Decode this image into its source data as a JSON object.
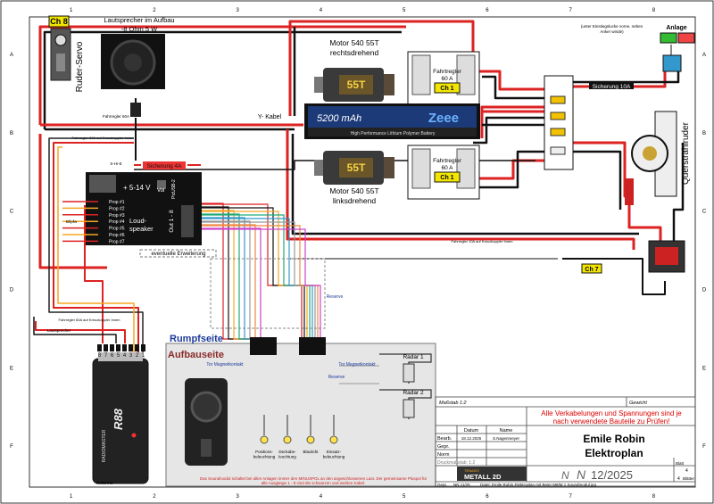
{
  "frame": {
    "columns": [
      "1",
      "2",
      "3",
      "4",
      "5",
      "6",
      "7",
      "8"
    ],
    "rows": [
      "A",
      "B",
      "C",
      "D",
      "E",
      "F"
    ]
  },
  "top_left": {
    "ch8_badge": "Ch 8",
    "rudder_servo": "Ruder-Servo",
    "speaker_title": "Lautsprecher im Aufbau",
    "speaker_spec": "-8 Ohm 5 W"
  },
  "motors": {
    "right_title": "Motor 540 55T",
    "right_sub": "rechtsdrehend",
    "left_title": "Motor 540 55T",
    "left_sub": "linksdrehend",
    "motor_can_text": "55T"
  },
  "esc": {
    "label": "Fahrtregler",
    "rating": "60 A",
    "channel": "Ch 1"
  },
  "battery": {
    "capacity": "5200 mAh",
    "brand": "Zeee",
    "type": "High Performance Lithium Polymer Battery"
  },
  "power": {
    "fuse_main": "Sicherung 10A",
    "plant": "Anlage",
    "plant_note": "(unter Einstiegslucke vorne, neben Anker winde)",
    "y_cable": "Y- Kabel"
  },
  "bow_thruster": {
    "label": "Querstrahlruder",
    "channel": "Ch 7"
  },
  "sound_module": {
    "fuse": "Sicherung 4A",
    "voltage": "+ 5-14 V",
    "vol": "Vol",
    "loudspeaker_l1": "Loud-",
    "loudspeaker_l2": "speaker",
    "outputs": "Out 1 - 8",
    "props": [
      "Prop #1",
      "Prop #2",
      "Prop #3",
      "Prop #4",
      "Prop #5",
      "Prop #6",
      "Prop #7"
    ],
    "expansion": "eventuelle Erweiterung",
    "usb": "PicUSB-2"
  },
  "receiver": {
    "model": "R88",
    "brand": "RADIOMASTER",
    "pins": [
      "8",
      "7",
      "6",
      "5",
      "4",
      "3",
      "2",
      "1"
    ],
    "antenna": "Antenne"
  },
  "small_notes": {
    "wire_main": "Fahrregler 60A",
    "wire_sound": "Fahrregler 60A auf Kreuzkoppler Innen",
    "wire_sound2": "Fahrregler 60A auf Kreuzkoppler Innen",
    "wire_bow": "Fahrregler 10A auf Kreuzkoppler Innen",
    "on_off": "S-Hi-E",
    "wire_ext": "Bl/pfw",
    "wire_lautsp": "Lautsprecher"
  },
  "hull": {
    "side_label": "Rumpfseite",
    "super_label": "Aufbauseite",
    "magnet_left": "Tor Magnetkontakt",
    "magnet_right": "Tor Magnetkontakt",
    "reserve_top": "Reserve",
    "reserve_bottom": "Reserve",
    "radar1": "Radar 1",
    "radar2": "Radar 2",
    "lights": [
      "Positions-beleuchtung",
      "Deckabe-leuchtung",
      "Blaulicht",
      "Einsatz-beleuchtung"
    ],
    "note": "Das Soundmodul schaltet bei allen Anlagen immer den MINUSPOL an den angeschlossenen Last. Der gemeinsame Pluspol für alle Ausgänge 1 - 8 sind die schwarzen und weißen Kabel."
  },
  "title_block": {
    "scale": "Maßstab 1:2",
    "weight": "Gewicht",
    "warning_l1": "Alle Verkabelungen und Spannungen sind je",
    "warning_l2": "nach verwendete Bauteile zu Prüfen!",
    "date_head": "Datum",
    "name_head": "Name",
    "bearb": "Bearb.",
    "gepr": "Gepr.",
    "norm": "Norm",
    "bearb_date": "18.12.2025",
    "bearb_name": "S.Nagenmeyer",
    "drucken": "Druckmaßstab: 1:2",
    "brand_top": "TENADO",
    "brand": "METALL 2D",
    "project_l1": "Emile Robin",
    "project_l2": "Elektroplan",
    "nn": "N",
    "date": "12/2025",
    "sheet_label": "Blatt",
    "sheet_no": "4",
    "sheets_total": "4",
    "sheets_word": "Blätter",
    "footer": "Datei: Emile Robin Elektroplan mit Beier M8/M.1 Soundmodul.jpg",
    "gepr_line": "NN 11/25"
  }
}
